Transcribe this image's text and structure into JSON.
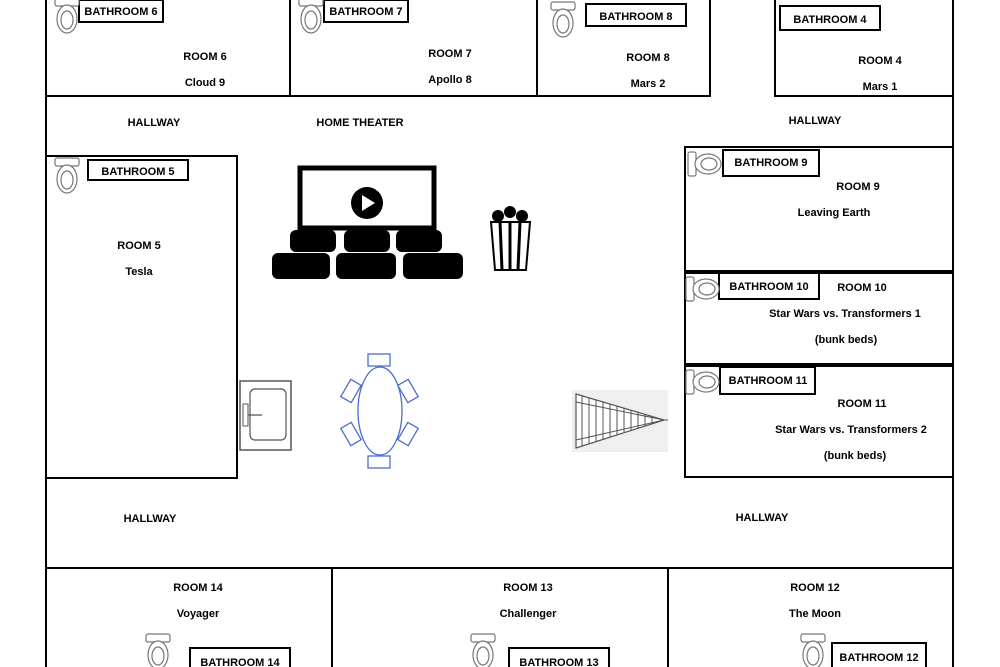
{
  "labels": {
    "bathroom6": "BATHROOM 6",
    "bathroom7": "BATHROOM 7",
    "bathroom8": "BATHROOM 8",
    "bathroom4": "BATHROOM 4",
    "bathroom5": "BATHROOM 5",
    "bathroom9": "BATHROOM 9",
    "bathroom10": "BATHROOM 10",
    "bathroom11": "BATHROOM 11",
    "bathroom14": "BATHROOM 14",
    "bathroom13": "BATHROOM 13",
    "bathroom12": "BATHROOM 12",
    "room6": "ROOM 6",
    "room6_name": "Cloud 9",
    "room7": "ROOM 7",
    "room7_name": "Apollo 8",
    "room8": "ROOM 8",
    "room8_name": "Mars 2",
    "room4": "ROOM 4",
    "room4_name": "Mars 1",
    "room5": "ROOM 5",
    "room5_name": "Tesla",
    "room9": "ROOM 9",
    "room9_name": "Leaving Earth",
    "room10": "ROOM 10",
    "room10_name": "Star Wars vs. Transformers 1",
    "room10_note": "(bunk beds)",
    "room11": "ROOM 11",
    "room11_name": "Star Wars vs. Transformers 2",
    "room11_note": "(bunk beds)",
    "room14": "ROOM 14",
    "room14_name": "Voyager",
    "room13": "ROOM 13",
    "room13_name": "Challenger",
    "room12": "ROOM 12",
    "room12_name": "The Moon",
    "hallway_top_left": "HALLWAY",
    "hallway_top_right": "HALLWAY",
    "hallway_bottom_left": "HALLWAY",
    "hallway_bottom_right": "HALLWAY",
    "home_theater": "HOME THEATER"
  },
  "colors": {
    "walls": "#000000",
    "fixtures": "#777777",
    "dining_table": "#4b6ccf"
  },
  "icons": [
    "toilet-icon",
    "theater-screen-icon",
    "play-icon",
    "theater-seats-icon",
    "popcorn-icon",
    "sink-icon",
    "dining-table-icon",
    "staircase-icon"
  ]
}
